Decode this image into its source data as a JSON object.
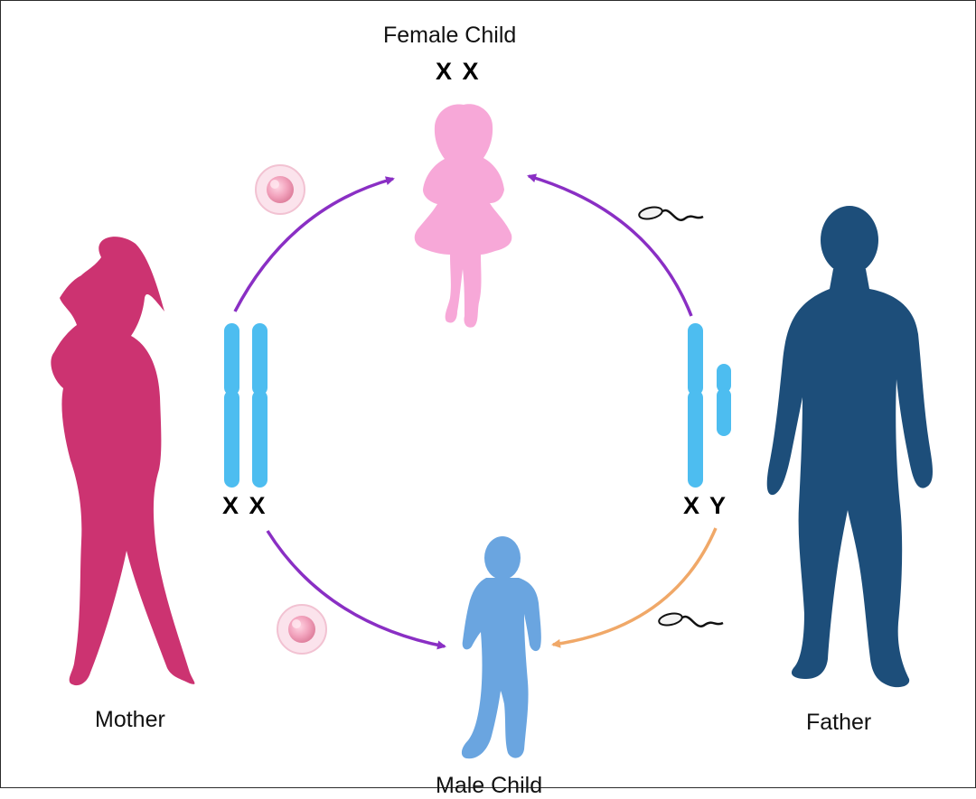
{
  "labels": {
    "female_child": "Female Child",
    "female_child_genotype": "X X",
    "male_child": "Male Child",
    "mother": "Mother",
    "father": "Father",
    "mother_genotype": "X X",
    "father_genotype": "X Y"
  },
  "colors": {
    "mother": "#cc3371",
    "father": "#1d4e7a",
    "female_child": "#f7a8d8",
    "male_child": "#6aa5e0",
    "chromosome": "#4dbdf0",
    "arrow_purple": "#8a2fc4",
    "arrow_orange": "#f0a868",
    "egg": "#f2a3bd"
  }
}
